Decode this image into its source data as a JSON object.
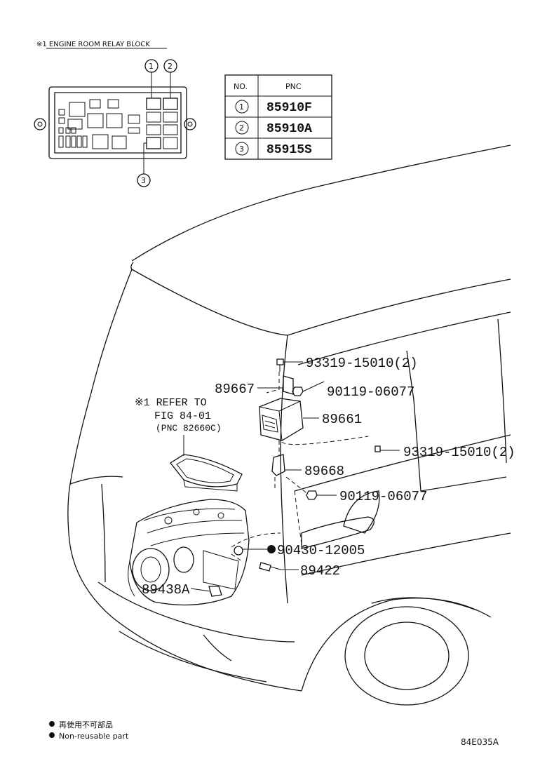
{
  "relay_block": {
    "title": "※1 ENGINE ROOM RELAY BLOCK",
    "callouts": [
      "1",
      "2",
      "3"
    ]
  },
  "pnc_table": {
    "headers": [
      "NO.",
      "PNC"
    ],
    "rows": [
      {
        "no": "1",
        "pnc": "85910F"
      },
      {
        "no": "2",
        "pnc": "85910A"
      },
      {
        "no": "3",
        "pnc": "85915S"
      }
    ]
  },
  "reference_note": {
    "line1": "※1 REFER TO",
    "line2": "FIG 84-01",
    "line3": "(PNC 82660C)"
  },
  "part_labels": {
    "p93319_top": "93319-15010(2)",
    "p89667": "89667",
    "p90119_top": "90119-06077",
    "p89661": "89661",
    "p93319_right": "93319-15010(2)",
    "p89668": "89668",
    "p90119_bottom": "90119-06077",
    "p90430": "90430-12005",
    "p89422": "89422",
    "p89438A": "89438A"
  },
  "legend": {
    "line1": "再使用不可部品",
    "line2": "Non-reusable part"
  },
  "figure_code": "84E035A"
}
